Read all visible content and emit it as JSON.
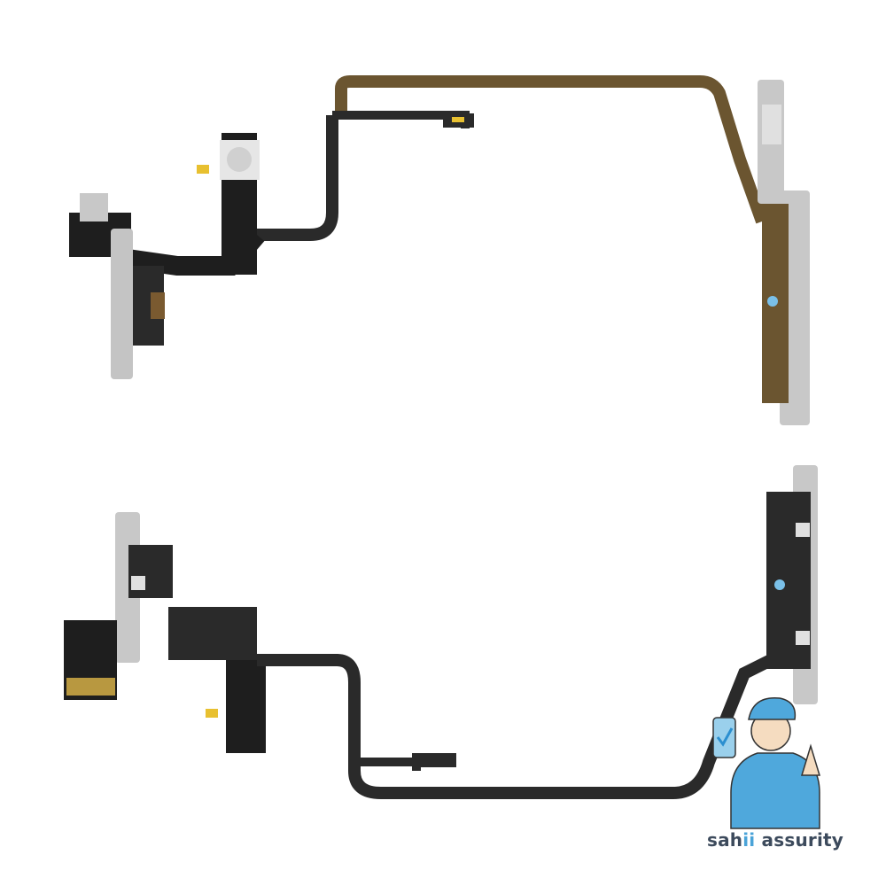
{
  "image": {
    "subject": "Power and volume button flex cable assembly, front and back views",
    "colors": {
      "background": "#ffffff",
      "flex_cable": "#2a2a2a",
      "flex_cable_translucent": "#5a4a2a",
      "metal_bracket": "#c8c8c8",
      "gold_contact": "#e8c030",
      "shirt_blue": "#4fa8dc"
    }
  },
  "watermark": {
    "brand_part1": "sah",
    "brand_accent": "ii",
    "brand_part2": " assurity"
  }
}
